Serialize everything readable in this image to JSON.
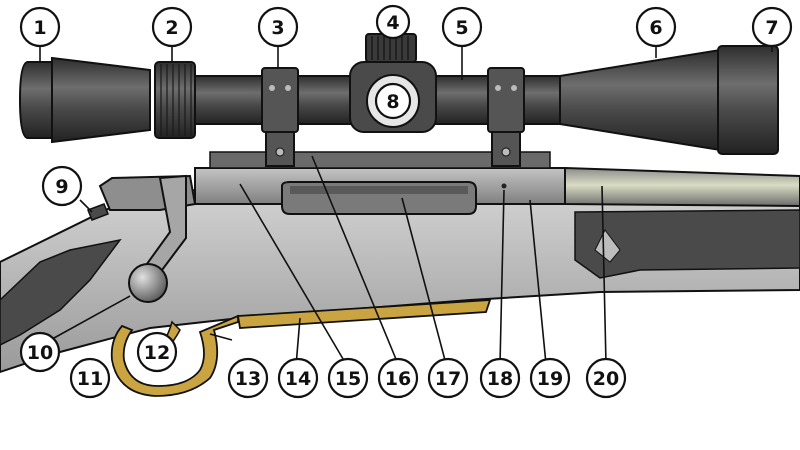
{
  "colors": {
    "scope_dark": "#3a3a3a",
    "scope_mid": "#5b5b5b",
    "scope_light": "#8a8a8a",
    "stock_dark": "#4a4a4a",
    "stock_light": "#b9b9b9",
    "receiver": "#9a9a9a",
    "barrel_highlight": "#c9cfb0",
    "brass": "#c9a441",
    "outline": "#111111"
  },
  "callouts": [
    {
      "id": "1",
      "label": "1"
    },
    {
      "id": "2",
      "label": "2"
    },
    {
      "id": "3",
      "label": "3"
    },
    {
      "id": "4",
      "label": "4"
    },
    {
      "id": "5",
      "label": "5"
    },
    {
      "id": "6",
      "label": "6"
    },
    {
      "id": "7",
      "label": "7"
    },
    {
      "id": "8",
      "label": "8"
    },
    {
      "id": "9",
      "label": "9"
    },
    {
      "id": "10",
      "label": "10"
    },
    {
      "id": "11",
      "label": "11"
    },
    {
      "id": "12",
      "label": "12"
    },
    {
      "id": "13",
      "label": "13"
    },
    {
      "id": "14",
      "label": "14"
    },
    {
      "id": "15",
      "label": "15"
    },
    {
      "id": "16",
      "label": "16"
    },
    {
      "id": "17",
      "label": "17"
    },
    {
      "id": "18",
      "label": "18"
    },
    {
      "id": "19",
      "label": "19"
    },
    {
      "id": "20",
      "label": "20"
    }
  ]
}
